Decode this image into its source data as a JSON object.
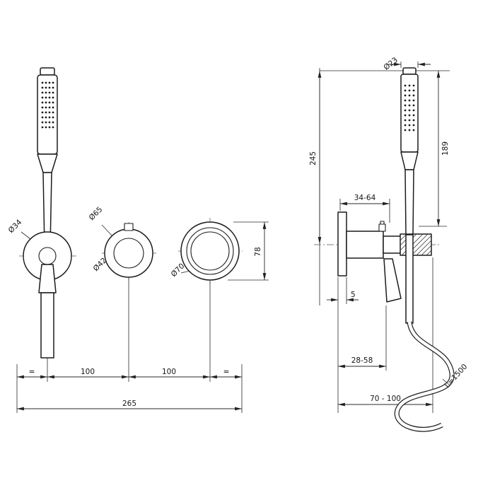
{
  "drawing": {
    "front": {
      "label_d34": "Ø34",
      "label_d65": "Ø65",
      "label_d42": "Ø42",
      "label_d70": "Ø70",
      "dim_height": "78",
      "dim_eq_left": "=",
      "dim_span_left": "100",
      "dim_span_right": "100",
      "dim_eq_right": "=",
      "dim_total": "265"
    },
    "side": {
      "label_d23": "Ø23",
      "dim_total_h": "245",
      "dim_head_len": "189",
      "dim_depth": "34-64",
      "dim_plate": "5",
      "dim_handle": "28-58",
      "dim_holder": "70 - 100",
      "label_hose": "L=1500"
    }
  }
}
